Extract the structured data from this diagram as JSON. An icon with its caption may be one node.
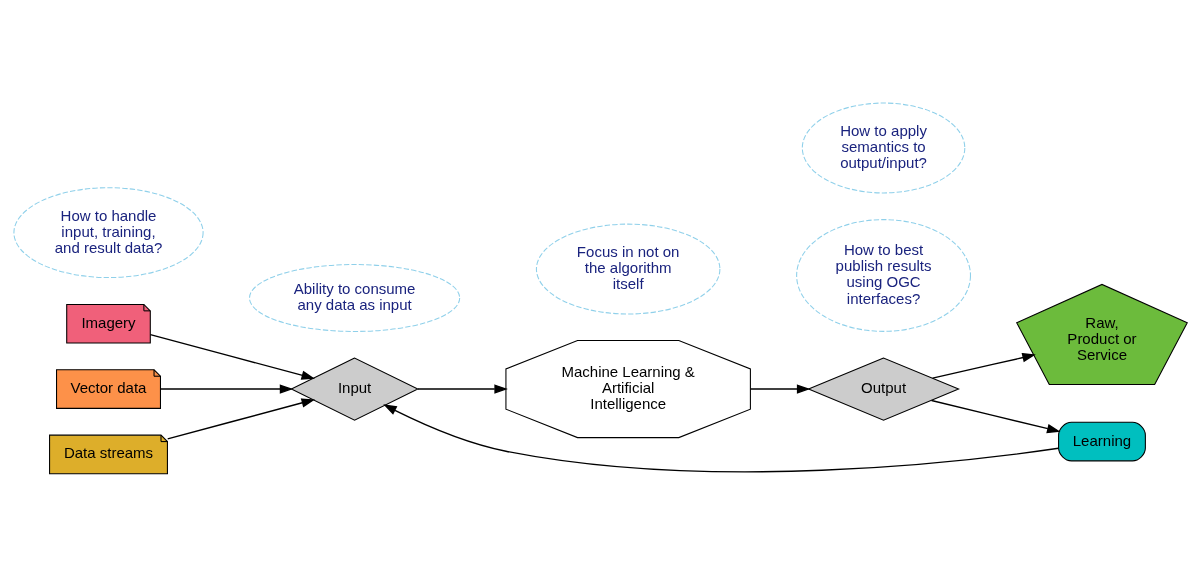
{
  "diagram": {
    "nodes": [
      {
        "text": [
          "Imagery"
        ]
      },
      {
        "text": [
          "Vector data"
        ]
      },
      {
        "text": [
          "Data streams"
        ]
      },
      {
        "text": [
          "Input"
        ]
      },
      {
        "text": [
          "Machine Learning & Artificial Intelligence"
        ]
      },
      {
        "text": [
          "Output"
        ]
      },
      {
        "text": [
          "Raw, Product or Service"
        ]
      },
      {
        "text": [
          "Learning"
        ]
      },
      {
        "text": [
          "Ability to consume any data as input"
        ]
      },
      {
        "text": [
          "Focus in not on the algorithm itself"
        ]
      },
      {
        "text": [
          "How to best publish results using OGC interfaces?"
        ]
      },
      {
        "text": [
          "How to handle input, training, and result data?"
        ]
      },
      {
        "text": [
          "How to apply semantics to output/input?"
        ]
      }
    ],
    "edges": [
      {
        "from": 0,
        "to": 3,
        "arrow": "to"
      },
      {
        "from": 1,
        "to": 3,
        "arrow": "to"
      },
      {
        "from": 2,
        "to": 3,
        "arrow": "to"
      },
      {
        "from": 3,
        "to": 4,
        "arrow": "to"
      },
      {
        "from": 4,
        "to": 5,
        "arrow": "to"
      },
      {
        "from": 5,
        "to": 6,
        "arrow": "to"
      },
      {
        "from": 5,
        "to": 7,
        "arrow": "to"
      },
      {
        "from": 7,
        "to": 3,
        "arrow": "to"
      }
    ]
  }
}
